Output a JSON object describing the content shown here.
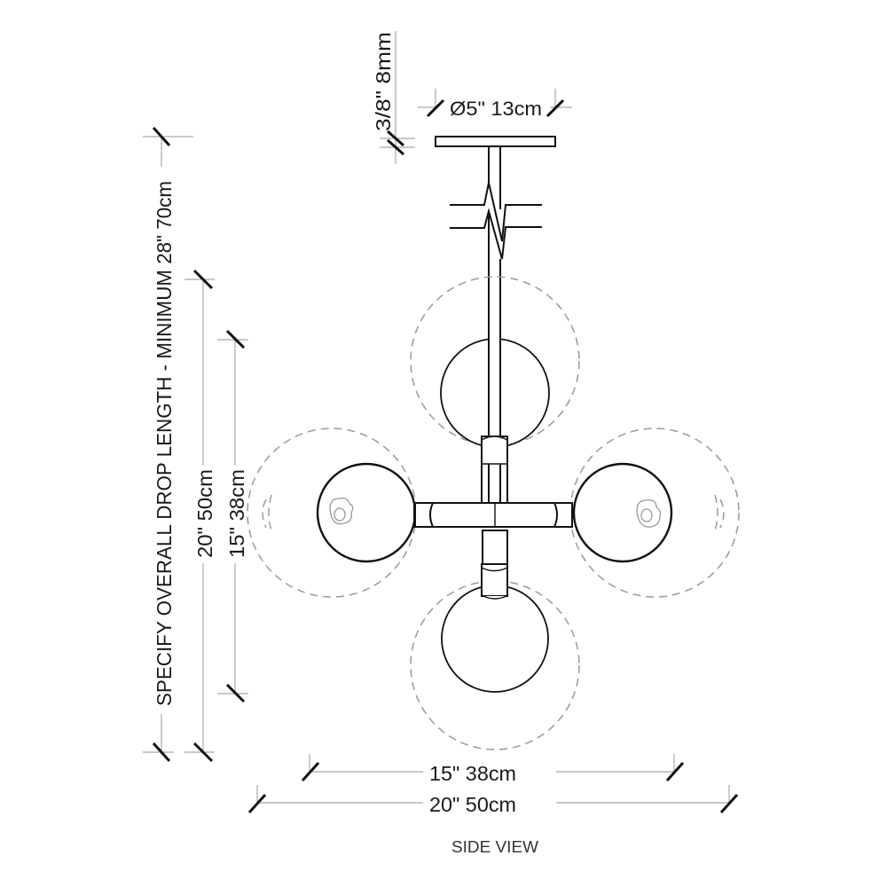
{
  "drawing": {
    "view_label": "SIDE VIEW",
    "colors": {
      "line": "#111111",
      "extension_line": "#a8a8a8",
      "ghost_outline": "#9a9a9a",
      "background": "#ffffff"
    },
    "dimensions": {
      "canopy_thickness": "3/8\" 8mm",
      "canopy_diameter": "Ø5\" 13cm",
      "overall_drop": "SPECIFY OVERALL DROP LENGTH - MINIMUM 28\" 70cm",
      "fixture_height_outer": "20\" 50cm",
      "fixture_height_inner": "15\" 38cm",
      "fixture_width_inner": "15\" 38cm",
      "fixture_width_outer": "20\" 50cm"
    },
    "components": {
      "canopy": "canopy",
      "stem": "stem with break mark",
      "globes": [
        "top globe",
        "left globe",
        "right globe",
        "bottom globe"
      ],
      "hub": "center cross hub"
    }
  }
}
